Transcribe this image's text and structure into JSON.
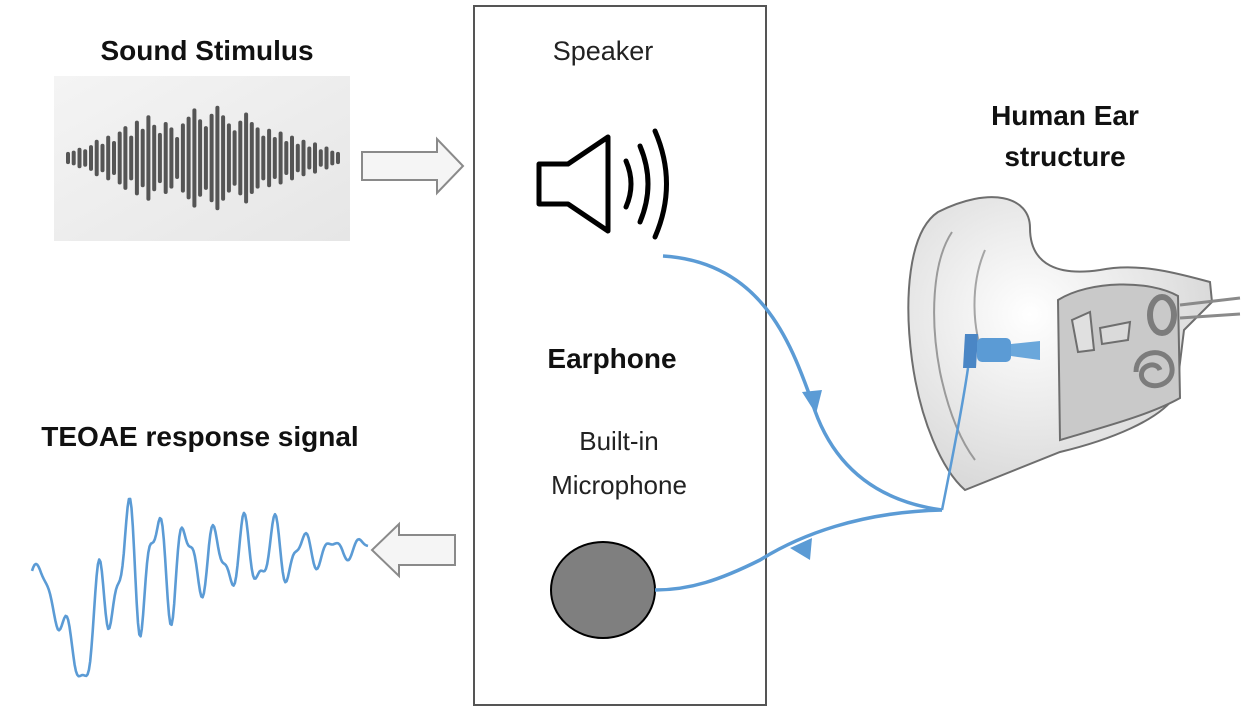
{
  "labels": {
    "sound_stimulus": "Sound Stimulus",
    "speaker": "Speaker",
    "earphone": "Earphone",
    "mic_line1": "Built-in",
    "mic_line2": "Microphone",
    "ear_line1": "Human Ear",
    "ear_line2": "structure",
    "teoae": "TEOAE response signal"
  },
  "icons": {
    "speaker": "speaker-icon",
    "microphone": "microphone-icon",
    "ear": "ear-illustration",
    "stimulus_waveform": "waveform-icon",
    "response_waveform": "response-signal-icon"
  },
  "colors": {
    "signal_blue": "#5b9bd5",
    "waveform_gray": "#555555",
    "microphone_fill": "#7f7f7f",
    "arrow_fill": "#f5f5f5",
    "arrow_stroke": "#8a8a8a",
    "box_stroke": "#555555"
  }
}
